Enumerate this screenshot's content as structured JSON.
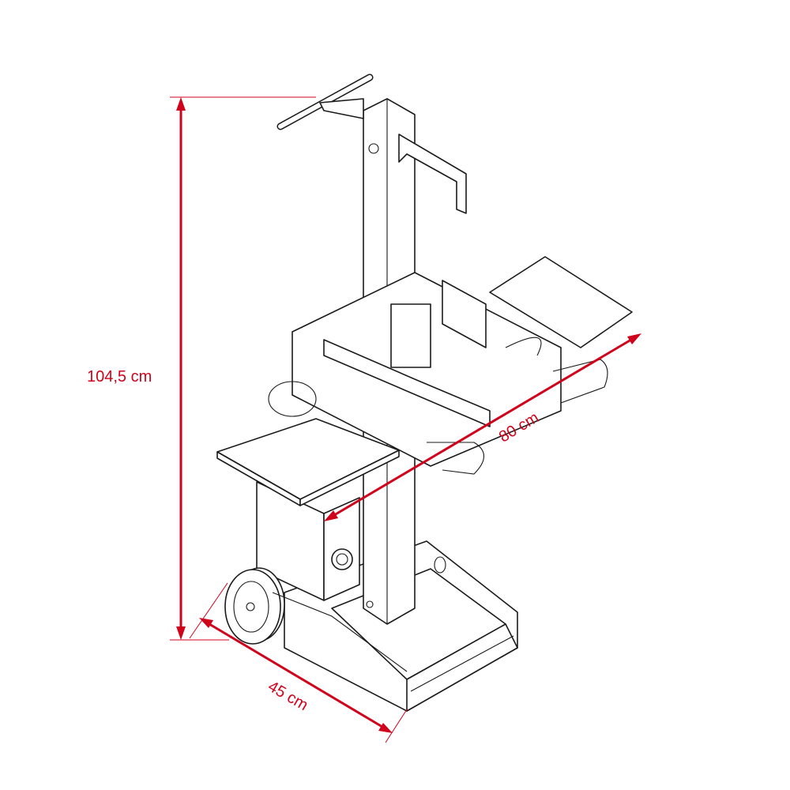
{
  "dimensions": {
    "height": "104,5 cm",
    "length": "80 cm",
    "width": "45 cm"
  },
  "colors": {
    "dimension": "#d0021b",
    "line": "#1a1a1a"
  }
}
